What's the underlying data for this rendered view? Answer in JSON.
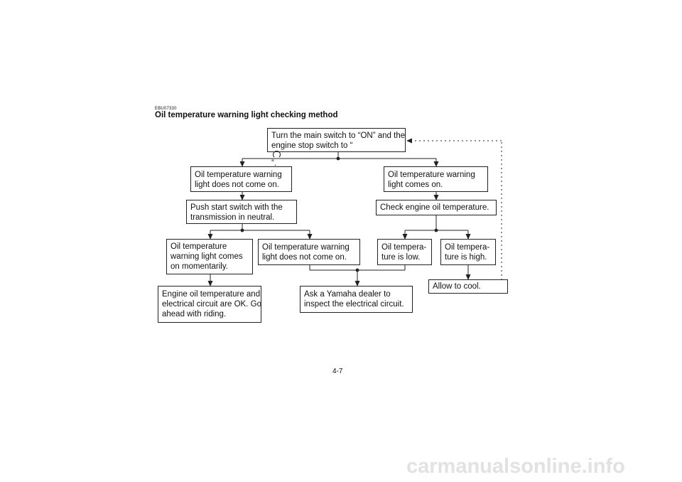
{
  "header": {
    "code": "EBU07330",
    "title": "Oil temperature warning light checking method"
  },
  "boxes": {
    "start": [
      "Turn  the main switch to “ON” and the",
      "engine stop switch to “",
      "”."
    ],
    "not_on": [
      "Oil temperature warning",
      "light does not come on."
    ],
    "on": [
      "Oil temperature warning",
      "light comes on."
    ],
    "push": [
      "Push start switch with the",
      "transmission in neutral."
    ],
    "check": [
      "Check engine oil temperature."
    ],
    "momentary": [
      "Oil temperature",
      "warning light comes",
      "on momentarily."
    ],
    "still_not_on": [
      "Oil temperature warning",
      "light does not come on."
    ],
    "low": [
      "Oil tempera-",
      "ture is low."
    ],
    "high": [
      "Oil tempera-",
      "ture is high."
    ],
    "ok": [
      "Engine oil temperature and",
      "electrical circuit are OK. Go",
      "ahead with riding."
    ],
    "dealer": [
      "Ask a Yamaha dealer to",
      "inspect the electrical circuit."
    ],
    "cool": [
      "Allow to cool."
    ]
  },
  "page_number": "4-7",
  "watermark": "carmanualsonline.info"
}
